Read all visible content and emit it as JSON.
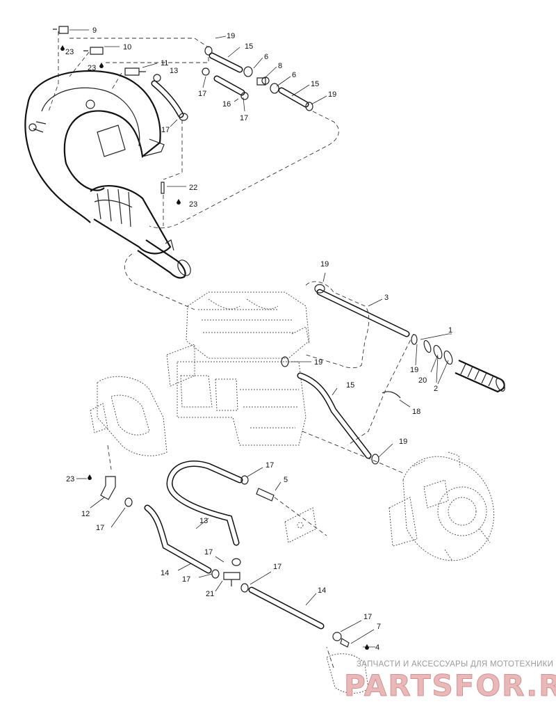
{
  "callouts": {
    "c9": "9",
    "c23a": "23",
    "c10": "10",
    "c23b": "23",
    "c11": "11",
    "c13a": "13",
    "c17a": "17",
    "c17b": "17",
    "c19a": "19",
    "c15a": "15",
    "c6a": "6",
    "c8": "8",
    "c6b": "6",
    "c15b": "15",
    "c19b": "19",
    "c17c": "17",
    "c16": "16",
    "c17d": "17",
    "c22": "22",
    "c23c": "23",
    "c19c": "19",
    "c3": "3",
    "c1": "1",
    "c19d": "19",
    "c19e": "19",
    "c20": "20",
    "c2": "2",
    "c15c": "15",
    "c18": "18",
    "c19f": "19",
    "c23d": "23",
    "c12": "12",
    "c17e": "17",
    "c17f": "17",
    "c5": "5",
    "c13b": "13",
    "c14a": "14",
    "c17g": "17",
    "c17h": "17",
    "c21": "21",
    "c17i": "17",
    "c14b": "14",
    "c17j": "17",
    "c7": "7",
    "c4": "4"
  },
  "watermark": {
    "tagline": "ЗАПЧАСТИ И АКСЕССУАРЫ ДЛЯ МОТОТЕХНИКИ",
    "logo": "PARTSFOR.RU"
  },
  "colors": {
    "line": "#222222",
    "watermark_text": "#9a9a9a",
    "watermark_logo": "#e9b9b9"
  }
}
